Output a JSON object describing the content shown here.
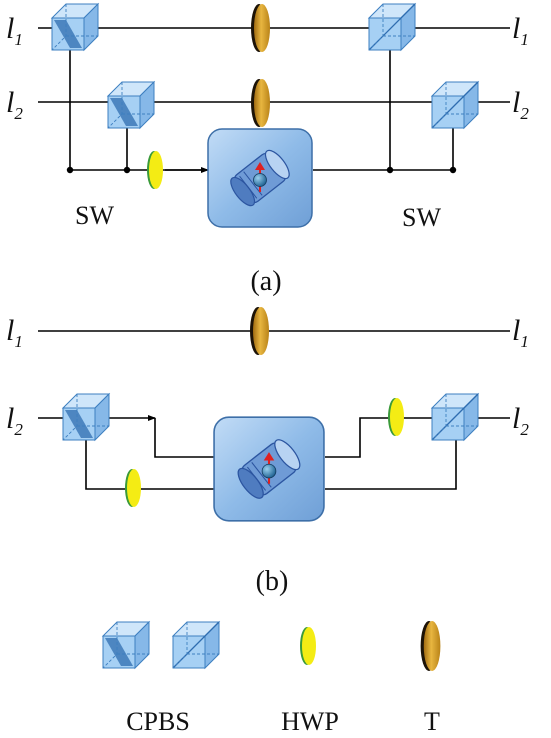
{
  "colors": {
    "wire": "#000000",
    "cube_fill": "#9fcbf0",
    "cube_edge": "#3d7fc0",
    "cube_diag": "#2f6db0",
    "hwp_fill": "#f2ea12",
    "hwp_edge": "#3a9a3a",
    "t_gold": "#d8a22a",
    "t_dark": "#1d1307",
    "box_fill": "#88b6e6",
    "box_edge": "#3d6fa8"
  },
  "diagram_a": {
    "line_1": {
      "main": "l",
      "sub": "1"
    },
    "line_2": {
      "main": "l",
      "sub": "2"
    },
    "sw_left": "SW",
    "sw_right": "SW",
    "caption": "(a)"
  },
  "diagram_b": {
    "line_1": {
      "main": "l",
      "sub": "1"
    },
    "line_2": {
      "main": "l",
      "sub": "2"
    },
    "caption": "(b)"
  },
  "legend": {
    "cpbs": "CPBS",
    "hwp": "HWP",
    "t": "T"
  }
}
